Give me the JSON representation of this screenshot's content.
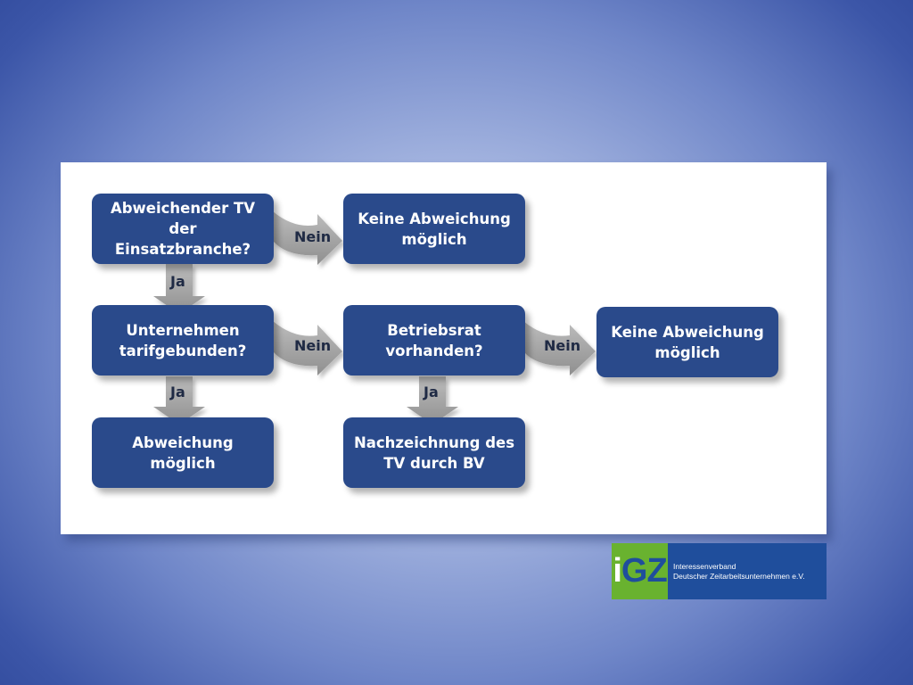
{
  "diagram": {
    "nodes": {
      "n1": "Abweichender TV\nder Einsatzbranche?",
      "n2": "Keine Abweichung\nmöglich",
      "n3": "Unternehmen\ntarifgebunden?",
      "n4": "Betriebsrat\nvorhanden?",
      "n5": "Keine Abweichung\nmöglich",
      "n6": "Abweichung\nmöglich",
      "n7": "Nachzeichnung des\nTV durch BV"
    },
    "edges": {
      "e1": "Nein",
      "e2": "Ja",
      "e3": "Nein",
      "e4": "Nein",
      "e5": "Ja",
      "e6": "Ja"
    },
    "colors": {
      "box": "#2a4a8b",
      "arrow": "#a3a3a3",
      "logo_green": "#69b22f",
      "logo_blue": "#1f4e9c"
    }
  },
  "logo": {
    "mark_i": "i",
    "mark_gz": "GZ",
    "line1": "Interessenverband",
    "line2": "Deutscher Zeitarbeitsunternehmen e.V."
  }
}
